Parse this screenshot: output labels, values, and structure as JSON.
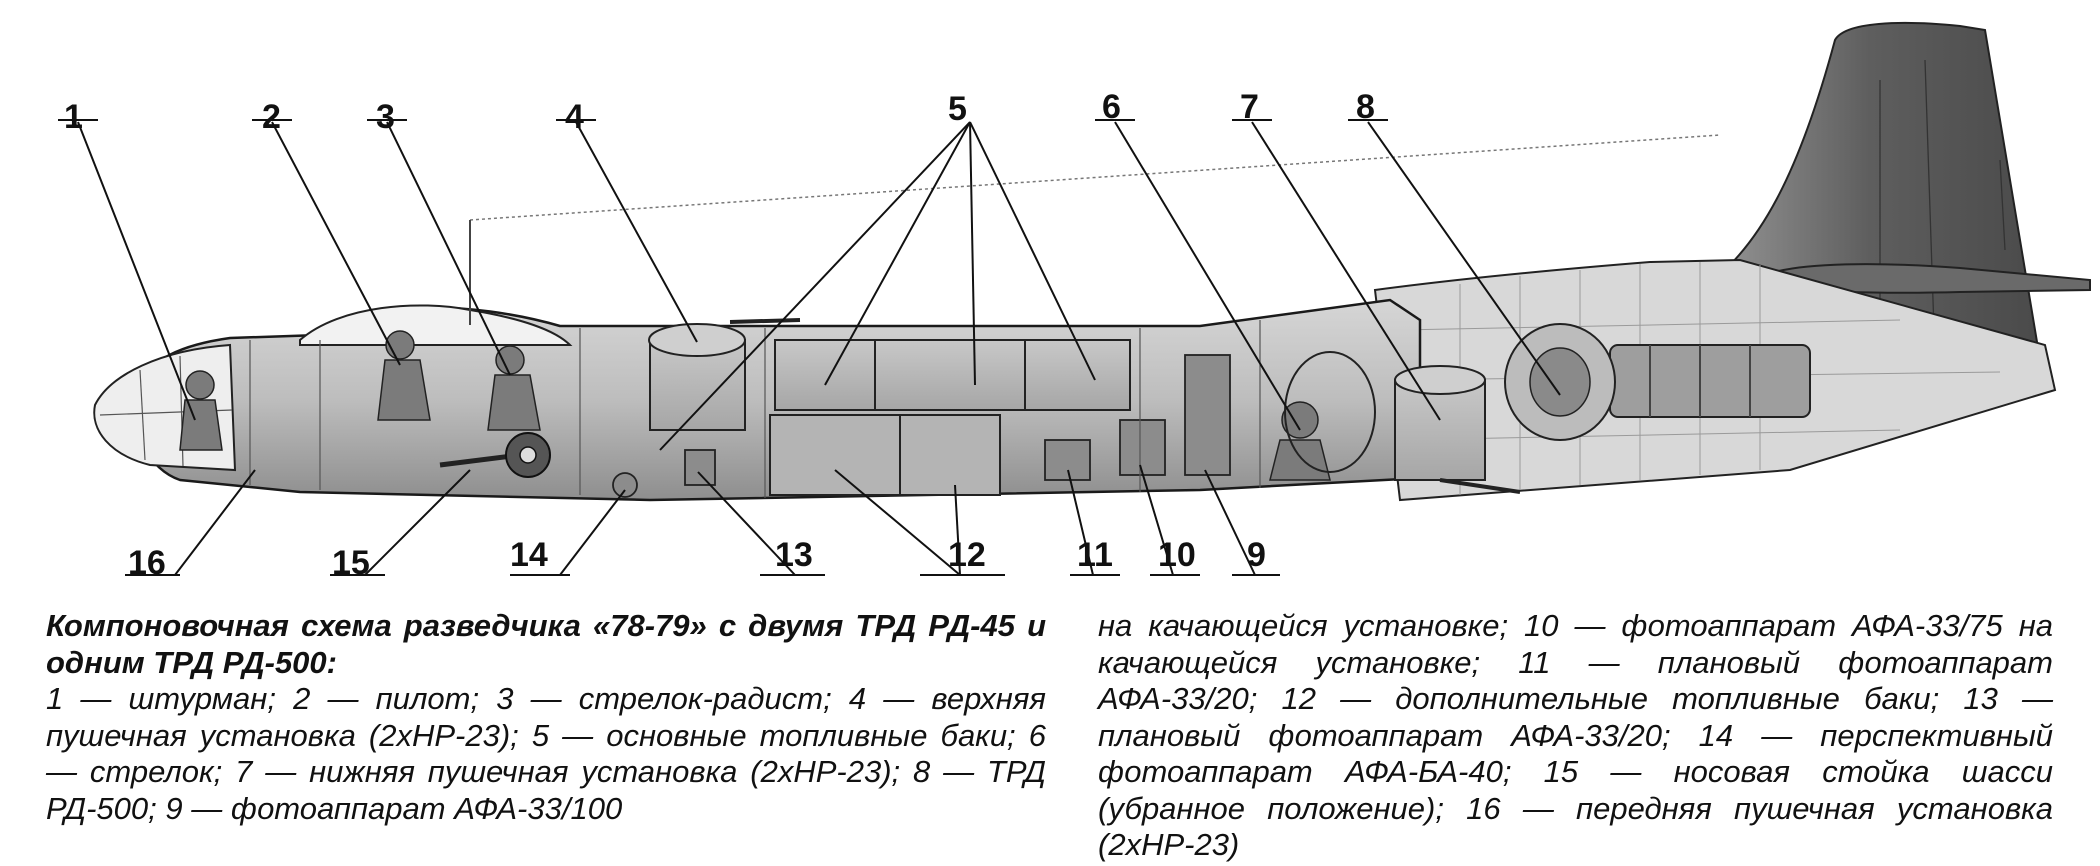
{
  "diagram": {
    "callouts": [
      "1",
      "2",
      "3",
      "4",
      "5",
      "6",
      "7",
      "8",
      "9",
      "10",
      "11",
      "12",
      "13",
      "14",
      "15",
      "16"
    ]
  },
  "caption": {
    "title": "Компоновочная схема разведчика «78-79» с двумя ТРД РД-45 и одним ТРД РД-500:",
    "legend_part1": "1 — штурман; 2 — пилот; 3 — стрелок-радист; 4 — верхняя пушечная установка (2хНР-23); 5 — основные топливные баки; 6 — стрелок; 7 — нижняя пушечная установка (2хНР-23); 8 — ТРД РД-500; 9 — фотоаппарат АФА-33/100",
    "legend_part2": "на качающейся установке; 10 — фотоаппарат АФА-33/75 на качающейся установке; 11 — плановый фотоаппарат АФА-33/20; 12 — дополнительные топливные баки; 13 — плановый фотоаппарат АФА-33/20; 14 — перспективный фотоаппарат АФА-БА-40; 15 — носовая стойка шасси (убранное положение); 16 — передняя пушечная установка (2хНР-23)"
  }
}
